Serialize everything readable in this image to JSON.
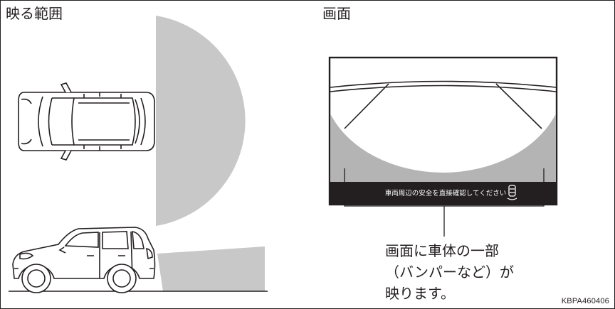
{
  "left_panel": {
    "title": "映る範囲"
  },
  "right_panel": {
    "title": "画面",
    "screen_warning": "車両周辺の安全を直接確認してください"
  },
  "caption": {
    "lines": [
      "画面に車体の一部",
      "（バンパーなど）が",
      "映ります。"
    ]
  },
  "figure_code": "KBPA460406",
  "colors": {
    "line": "#231f20",
    "range_fill": "#c8c8c8",
    "screen_bar": "#231f20",
    "background": "#ffffff"
  },
  "icons": [
    "car-top-view-icon",
    "car-side-view-icon",
    "parking-sensor-car-icon"
  ]
}
